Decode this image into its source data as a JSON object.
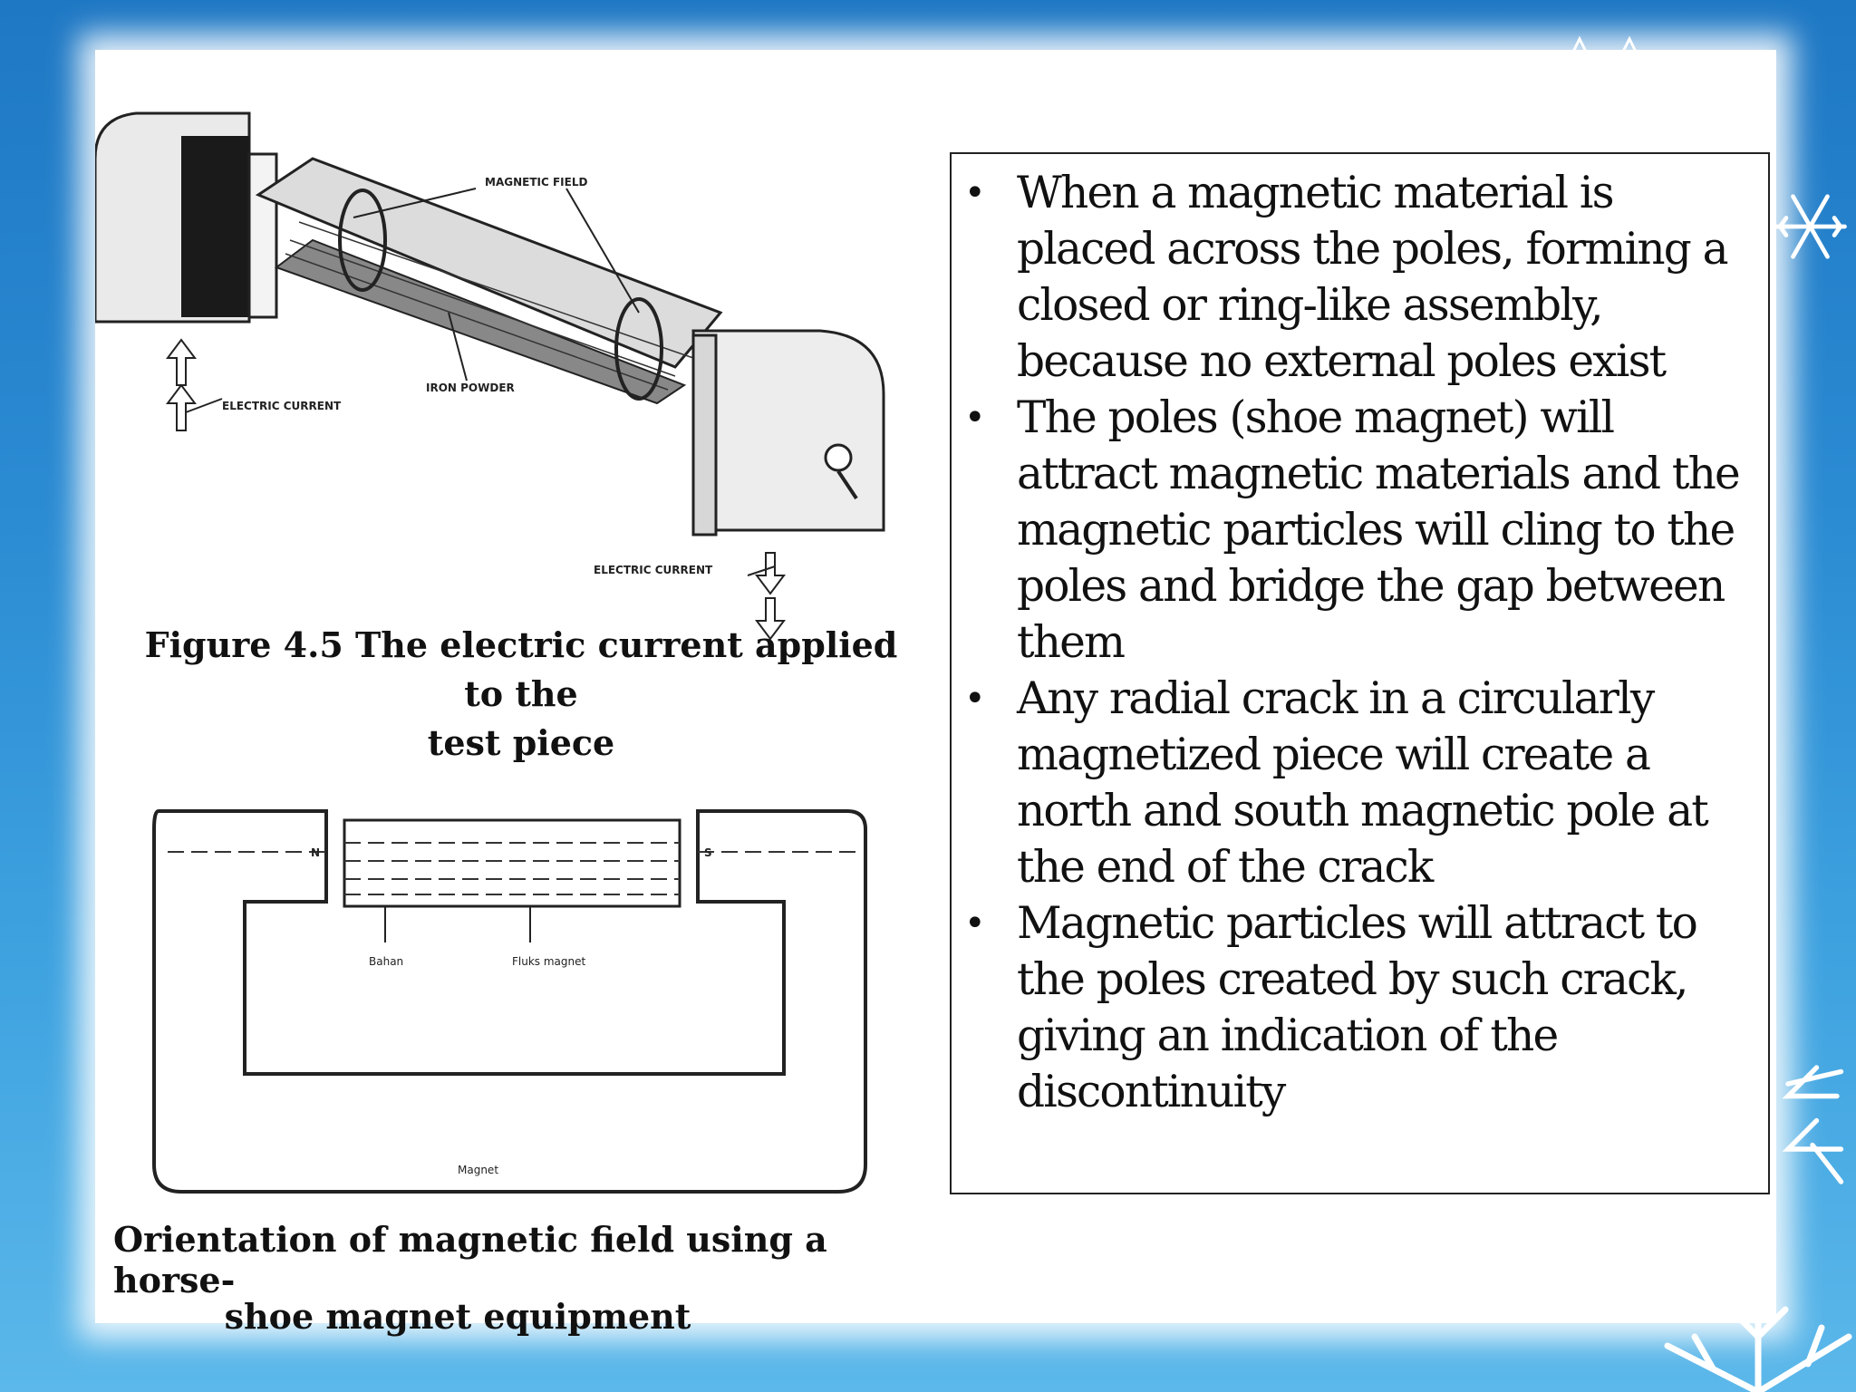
{
  "figure1": {
    "labels": {
      "magnetic_field": "MAGNETIC FIELD",
      "iron_powder": "IRON POWDER",
      "electric_current_left": "ELECTRIC CURRENT",
      "electric_current_right": "ELECTRIC CURRENT"
    },
    "caption_line1": "Figure 4.5 The electric current applied to the",
    "caption_line2": "test piece"
  },
  "figure2": {
    "labels": {
      "north_pole": "N",
      "south_pole": "S",
      "bottom_left": "Bahan",
      "bottom_right": "Fluks magnet",
      "magnet": "Magnet"
    },
    "caption_line1": "Orientation of magnetic field using a horse-",
    "caption_line2": "shoe magnet equipment"
  },
  "bullets": [
    "When a magnetic material is placed across the poles, forming a closed or ring-like assembly, because no external poles exist",
    "The poles (shoe magnet) will attract magnetic materials and the magnetic particles will cling to the poles and bridge the gap between them",
    "Any radial crack in a circularly magnetized piece will create a north and south magnetic pole at the end of the crack",
    "Magnetic particles will attract to the poles created by such crack, giving an indication of the discontinuity"
  ],
  "bullet_symbol": "•",
  "icons": [
    "snowflake-icon"
  ]
}
